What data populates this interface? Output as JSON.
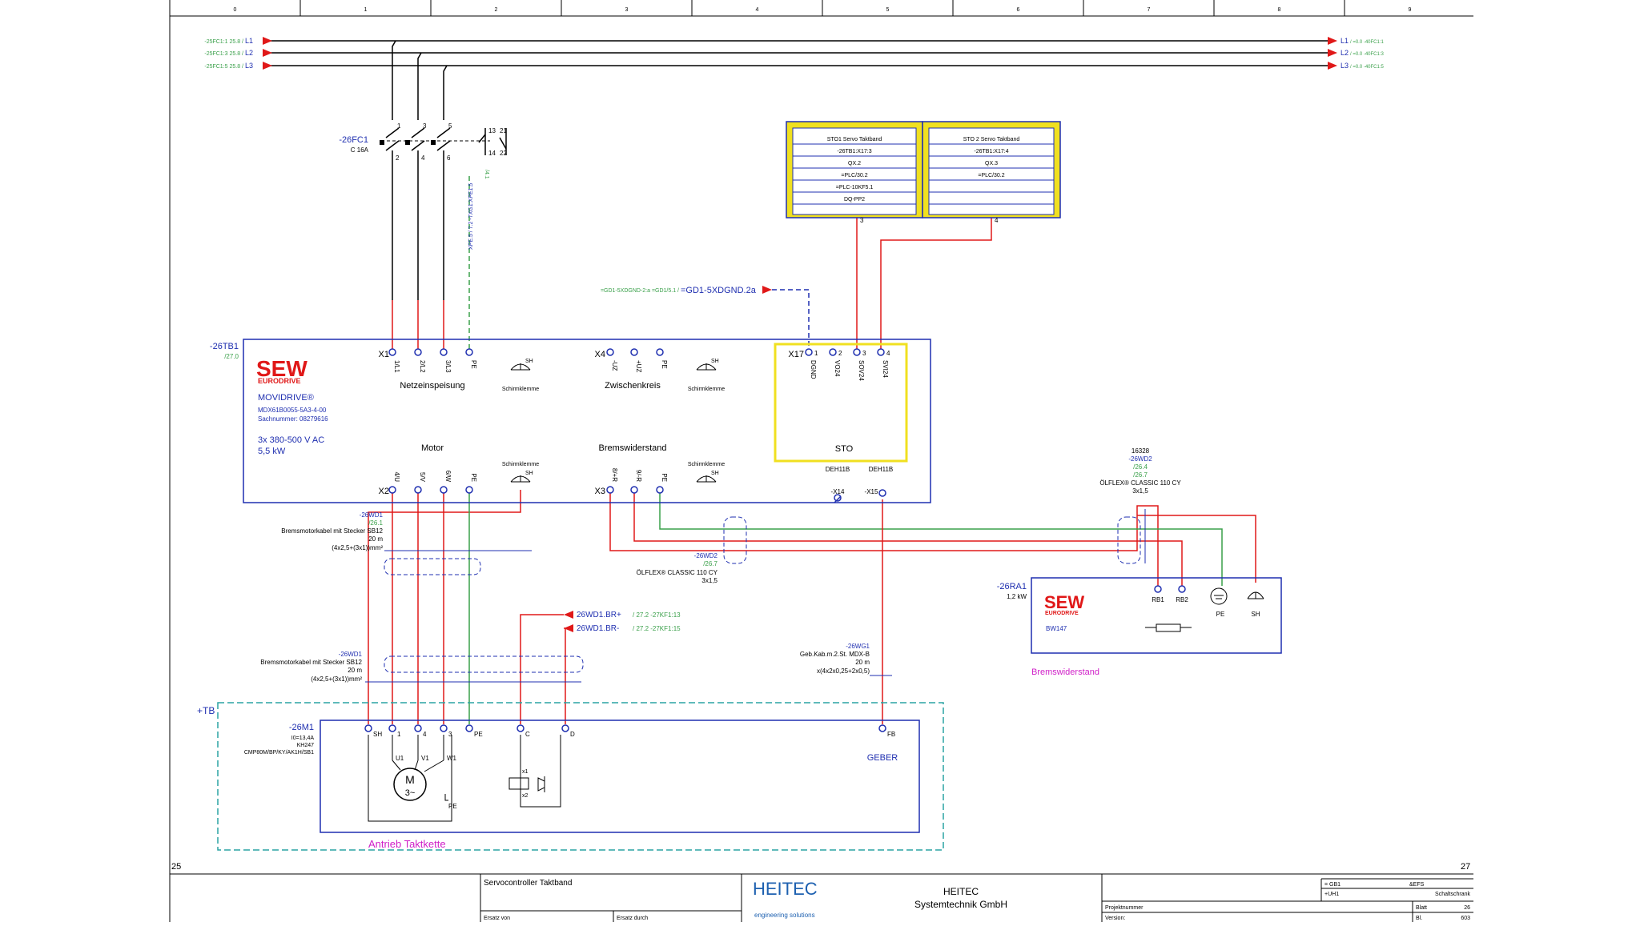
{
  "grid": {
    "columns": [
      "0",
      "1",
      "2",
      "3",
      "4",
      "5",
      "6",
      "7",
      "8",
      "9"
    ],
    "page_left": "25",
    "page_right": "27"
  },
  "supply": {
    "left": [
      {
        "ref": "-25FC1:1 25.8 /",
        "line": "L1"
      },
      {
        "ref": "-25FC1:3 25.8 /",
        "line": "L2"
      },
      {
        "ref": "-25FC1:5 25.8 /",
        "line": "L3"
      }
    ],
    "right": [
      {
        "line": "L1",
        "ref": "/ =0.0 -40FC1:1"
      },
      {
        "line": "L2",
        "ref": "/ =0.0 -40FC1:3"
      },
      {
        "line": "L3",
        "ref": "/ =0.0 -40FC1:5"
      }
    ]
  },
  "breaker": {
    "name": "-26FC1",
    "rating": "C 16A",
    "pins_top": [
      "1",
      "3",
      "5"
    ],
    "pins_bottom": [
      "2",
      "4",
      "6"
    ],
    "aux_top": [
      "13",
      "21"
    ],
    "aux_bottom": [
      "14",
      "22"
    ],
    "xref": "/4.1",
    "wire_pe_note": "XPE.5 / 7.2 -7XG1:XPE1.5"
  },
  "sto": {
    "boxes": [
      {
        "rows": [
          "STO1 Servo Taktband",
          "-26TB1:X17:3",
          "QX.2",
          "=PLC/30.2",
          "=PLC-10KF5.1",
          "DQ-PP2"
        ],
        "pin": "3"
      },
      {
        "rows": [
          "STO 2 Servo Taktband",
          "-26TB1:X17:4",
          "QX.3",
          "=PLC/30.2",
          "",
          ""
        ],
        "pin": "4"
      }
    ],
    "dgnd": {
      "prefix": "=GD1-5XDGND-2:a =GD1/5.1 /",
      "label": "=GD1-5XDGND.2a"
    }
  },
  "drive": {
    "name": "-26TB1",
    "ref": "/27.0",
    "logo": "SEW",
    "logo_sub": "EURODRIVE",
    "model": "MOVIDRIVE®",
    "type": "MDX61B0055-5A3-4-00",
    "serial": "Sachnummer: 08279616",
    "voltage": "3x 380-500 V AC",
    "power": "5,5 kW",
    "x1": {
      "label": "X1",
      "pins": [
        "1/L1",
        "2/L2",
        "3/L3",
        "PE"
      ],
      "caption": "Netzeinspeisung"
    },
    "x4": {
      "label": "X4",
      "pins": [
        "-UZ",
        "+UZ",
        "PE"
      ],
      "caption": "Zwischenkreis"
    },
    "x17": {
      "label": "X17",
      "pins": [
        "DGND",
        "VO24",
        "SOV24",
        "SVI24"
      ],
      "pin_nums": [
        "1",
        "2",
        "3",
        "4"
      ],
      "caption": "STO"
    },
    "x2": {
      "label": "X2",
      "pins": [
        "4/U",
        "5/V",
        "6/W",
        "PE"
      ],
      "caption": "Motor"
    },
    "x3": {
      "label": "X3",
      "pins": [
        "8/+R",
        "9/-R",
        "PE"
      ],
      "caption": "Bremswiderstand"
    },
    "shield": "Schirmklemme",
    "sh": "SH",
    "deh": "DEH11B",
    "x14": "-X14",
    "x15": "-X15"
  },
  "cables": {
    "wd1_top": {
      "name": "-26WD1",
      "ref": "/26.1",
      "desc": "Bremsmotorkabel mit Stecker SB12",
      "len": "20 m",
      "spec": "(4x2,5+(3x1))mm²"
    },
    "wd2": {
      "name": "-26WD2",
      "ref": "/26.7",
      "desc": "ÖLFLEX® CLASSIC 110 CY",
      "spec": "3x1,5"
    },
    "wd2_right": {
      "num": "16328",
      "name": "-26WD2",
      "ref1": "/26.4",
      "ref2": "/26.7",
      "desc": "ÖLFLEX® CLASSIC 110 CY",
      "spec": "3x1,5"
    },
    "wd1_bottom": {
      "name": "-26WD1",
      "desc": "Bremsmotorkabel mit Stecker SB12",
      "len": "20 m",
      "spec": "(4x2,5+(3x1))mm²"
    },
    "wg1": {
      "name": "-26WG1",
      "desc": "Geb.Kab.m.2.St. MDX-B",
      "len": "20 m",
      "spec": "x(4x2x0,25+2x0,5)"
    },
    "brake_refs": [
      {
        "label": "26WD1.BR+",
        "ref": "/ 27.2 -27KF1:13"
      },
      {
        "label": "26WD1.BR-",
        "ref": "/ 27.2 -27KF1:15"
      }
    ]
  },
  "resistor": {
    "name": "-26RA1",
    "rating": "1,2 kW",
    "logo": "SEW",
    "logo_sub": "EURODRIVE",
    "type": "BW147",
    "terms": [
      "RB1",
      "RB2",
      "PE",
      "SH"
    ],
    "caption": "Bremswiderstand"
  },
  "motor": {
    "area": "+TB",
    "name": "-26M1",
    "line1": "I0=13,4A",
    "line2": "KH247",
    "line3": "CMP80M/BP/KY/AK1H/SB1",
    "terms": [
      "SH",
      "1",
      "4",
      "3",
      "PE",
      "C",
      "D",
      "FB"
    ],
    "windings": [
      "U1",
      "V1",
      "W1"
    ],
    "symbol_m": "M",
    "symbol_3": "3~",
    "pe": "PE",
    "brake": [
      "x1",
      "x2"
    ],
    "encoder": "GEBER",
    "caption": "Antrieb Taktkette"
  },
  "title_block": {
    "title": "Servocontroller Taktband",
    "ersatz_von": "Ersatz von",
    "ersatz_durch": "Ersatz durch",
    "logo": "HEITEC",
    "logo_sub": "engineering solutions",
    "company1": "HEITEC",
    "company2": "Systemtechnik GmbH",
    "func": "= GB1",
    "loc": "+UH1",
    "doc": "&EFS",
    "kind": "Schaltschrank",
    "proj": "Projektnummer",
    "ver": "Version:",
    "blatt_label": "Blatt",
    "blatt": "26",
    "bl_label": "Bl.",
    "bl": "603"
  },
  "colors": {
    "wire_red": "#e01818",
    "wire_green": "#3aa04a",
    "frame_blue": "#1f2fb0",
    "sto_yellow": "#f0e020",
    "label_magenta": "#d020c8"
  }
}
